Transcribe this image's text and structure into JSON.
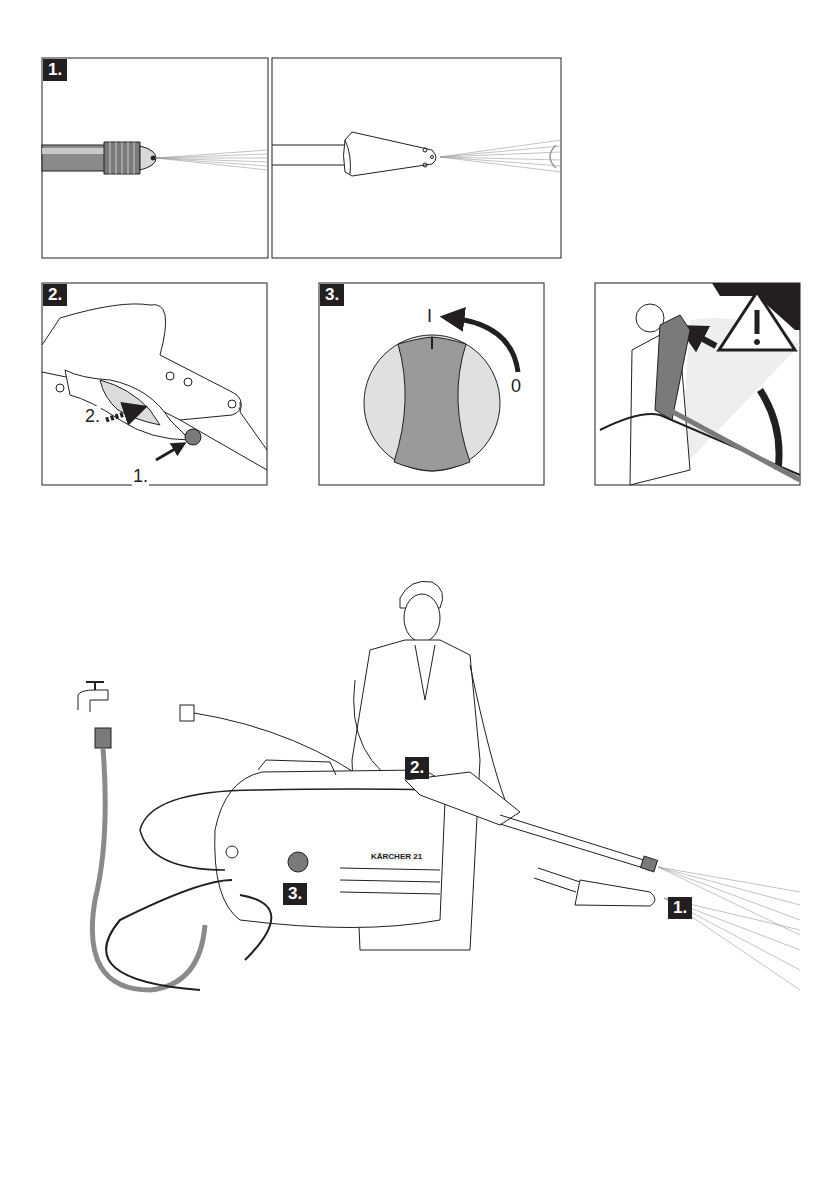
{
  "diagram": {
    "labels": [
      "1.",
      "2.",
      "2.",
      "1.",
      "3.",
      "I",
      "0",
      "2.",
      "KÄRCHER 21",
      "3.",
      "1."
    ]
  }
}
